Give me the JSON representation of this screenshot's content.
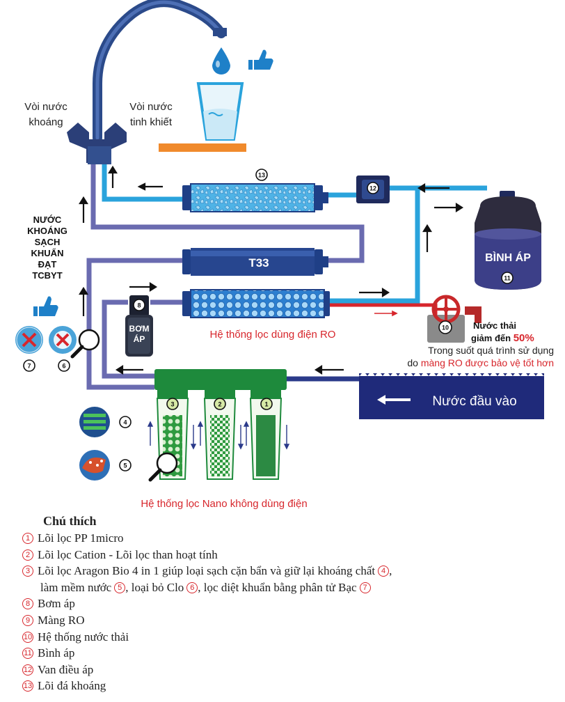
{
  "labels": {
    "mineral_tap": [
      "Vòi nước",
      "khoáng"
    ],
    "pure_tap": [
      "Vòi nước",
      "tinh khiết"
    ],
    "mineral_water": [
      "NƯỚC",
      "KHOÁNG",
      "SẠCH",
      "KHUẨN",
      "ĐẠT",
      "TCBYT"
    ],
    "t33": "T33",
    "pump": [
      "BƠM",
      "ÁP"
    ],
    "tank": [
      "BÌNH ÁP"
    ],
    "ro_system": "Hệ thống lọc dùng điện RO",
    "waste_title": [
      "Nước thải",
      "giảm đến "
    ],
    "waste_percent": "50%",
    "waste_note_1": "Trong suốt quá trình sử dụng",
    "waste_note_2_prefix": "do ",
    "waste_note_2_red": "màng RO được bảo vệ tốt hơn",
    "water_input": "Nước đầu vào",
    "nano_system": "Hệ thống lọc Nano không dùng điện"
  },
  "numbers": {
    "n1": "1",
    "n2": "2",
    "n3": "3",
    "n4": "4",
    "n5": "5",
    "n6": "6",
    "n7": "7",
    "n8": "8",
    "n10": "10",
    "n11": "11",
    "n12": "12",
    "n13": "13"
  },
  "legend": {
    "title": "Chú thích",
    "items": [
      {
        "num": "1",
        "text": "Lõi lọc PP 1micro"
      },
      {
        "num": "2",
        "text": "Lõi lọc Cation - Lõi lọc than hoạt tính"
      },
      {
        "num": "3",
        "text": "Lõi lọc Aragon Bio 4 in 1 giúp loại sạch cặn bẩn và giữ lại khoáng chất"
      },
      {
        "num": "",
        "text_a": "làm mềm nước",
        "text_b": ", loại bỏ Clo",
        "text_c": ", lọc diệt khuẩn bằng phân tử Bạc"
      },
      {
        "num": "8",
        "text": "Bơm áp"
      },
      {
        "num": "9",
        "text": "Màng RO"
      },
      {
        "num": "10",
        "text": "Hệ thống nước thải"
      },
      {
        "num": "11",
        "text": "Bình áp"
      },
      {
        "num": "12",
        "text": "Van điều áp"
      },
      {
        "num": "13",
        "text": "Lõi đá khoáng"
      }
    ],
    "ref4": "4",
    "ref5": "5",
    "ref6": "6",
    "ref7": "7",
    "comma": ","
  },
  "colors": {
    "pipe_light": "#2aa3dc",
    "pipe_purple": "#6a6bb0",
    "pipe_navy": "#2b3a8a",
    "navy": "#1f2a5c",
    "green": "#1a8a3a",
    "red": "#d7262c",
    "orange": "#f08a2c"
  }
}
